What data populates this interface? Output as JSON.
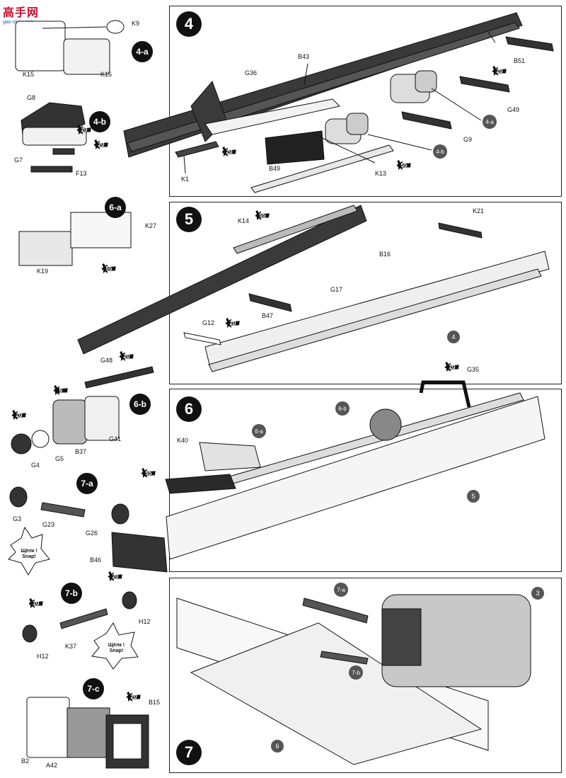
{
  "watermark": {
    "text": "高手网",
    "url": "gao-shou.com"
  },
  "steps": {
    "s4": "4",
    "s4a": "4-a",
    "s4b": "4-b",
    "s5": "5",
    "s6": "6",
    "s6a": "6-a",
    "s6b": "6-b",
    "s7": "7",
    "s7a": "7-a",
    "s7b": "7-b",
    "s7c": "7-c"
  },
  "refs": {
    "r4a": "4-a",
    "r4b": "4-b",
    "r4": "4",
    "r6a": "6-a",
    "r6b": "6-b",
    "r5": "5",
    "r7a": "7-a",
    "r7b": "7-b",
    "r3": "3",
    "r6": "6"
  },
  "parts": {
    "K9": "K9",
    "K15": "K15",
    "K16": "K16",
    "G8": "G8",
    "G7": "G7",
    "F13": "F13",
    "B51": "B51",
    "B43": "B43",
    "G36": "G36",
    "G49": "G49",
    "G9": "G9",
    "K1": "K1",
    "B49": "B49",
    "K13": "K13",
    "K27": "K27",
    "K19": "K19",
    "K14": "K14",
    "K21": "K21",
    "B16": "B16",
    "G17": "G17",
    "B47": "B47",
    "G12": "G12",
    "G48": "G48",
    "G41": "G41",
    "B37": "B37",
    "G5": "G5",
    "G4": "G4",
    "G35": "G35",
    "K40": "K40",
    "G3": "G3",
    "G23": "G23",
    "G26": "G26",
    "B46": "B46",
    "H12a": "H12",
    "H12b": "H12",
    "K37": "K37",
    "B15": "B15",
    "B2": "B2",
    "A42": "A42"
  },
  "stars": {
    "st1": "20",
    "st2": "20",
    "st3": "20",
    "st4": "55",
    "st5": "20",
    "st6": "55",
    "st7": "55",
    "st8": "20",
    "st9": "20",
    "st10": "6",
    "st11": "20",
    "st12": "20",
    "st13": "55",
    "st14": "20",
    "st15": "20",
    "st16": "20",
    "st17": "20"
  },
  "snap": {
    "line1": "Щёлк !",
    "line2": "Snap!"
  }
}
